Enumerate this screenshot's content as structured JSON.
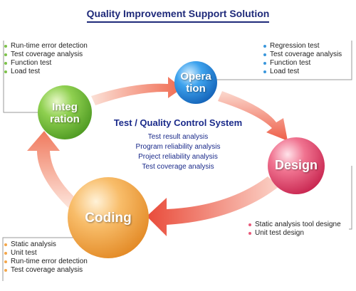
{
  "title": "Quality Improvement Support Solution",
  "center": {
    "heading": "Test / Quality Control System",
    "items": [
      "Test result analysis",
      "Program reliability analysis",
      "Project reliability analysis",
      "Test coverage analysis"
    ]
  },
  "nodes": {
    "integration": {
      "label_1": "Integ",
      "label_2": "ration",
      "color": "#7cc248"
    },
    "operation": {
      "label_1": "Opera",
      "label_2": "tion",
      "color": "#2a8fe0"
    },
    "design": {
      "label": "Design",
      "color": "#e8456a"
    },
    "coding": {
      "label": "Coding",
      "color": "#f6a746"
    }
  },
  "lists": {
    "integration": {
      "bullet_color": "#7cc248",
      "items": [
        "Run-time error detection",
        "Test coverage analysis",
        "Function test",
        "Load test"
      ]
    },
    "operation": {
      "bullet_color": "#3a97db",
      "items": [
        "Regression test",
        "Test coverage analysis",
        "Function test",
        "Load test"
      ]
    },
    "design": {
      "bullet_color": "#e85a7a",
      "items": [
        "Static analysis tool designe",
        "Unit test design"
      ]
    },
    "coding": {
      "bullet_color": "#f3a64a",
      "items": [
        "Static analysis",
        "Unit test",
        "Run-time error detection",
        "Test coverage analysis"
      ]
    }
  }
}
